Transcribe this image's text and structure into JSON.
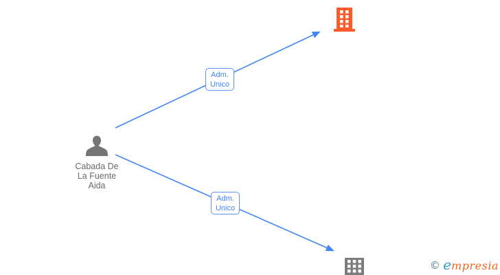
{
  "diagram": {
    "person": {
      "name": "Cabada De La Fuente Aida",
      "name_line1": "Cabada De",
      "name_line2": "La Fuente",
      "name_line3": "Aida",
      "icon": "person-silhouette-icon"
    },
    "edges": [
      {
        "label_line1": "Adm.",
        "label_line2": "Unico",
        "target": "company-top"
      },
      {
        "label_line1": "Adm.",
        "label_line2": "Unico",
        "target": "company-bottom"
      }
    ],
    "companies": [
      {
        "id": "company-top",
        "icon": "building-icon",
        "color": "#ff5a2b"
      },
      {
        "id": "company-bottom",
        "icon": "building-icon",
        "color": "#7d7d7d"
      }
    ]
  },
  "watermark": {
    "copyright_symbol": "©",
    "brand_initial": "e",
    "brand_rest": "mpresia"
  },
  "colors": {
    "edge_blue": "#4285f4",
    "label_border_blue": "#5b94f5",
    "person_gray": "#757575",
    "person_text_gray": "#6b6b6b",
    "company_top_orange": "#ff5a2b",
    "company_bottom_gray": "#7d7d7d",
    "watermark_copyright": "#4d808f",
    "watermark_e_blue": "#2a9ed6",
    "watermark_orange": "#f2671f",
    "background": "#ffffff"
  }
}
